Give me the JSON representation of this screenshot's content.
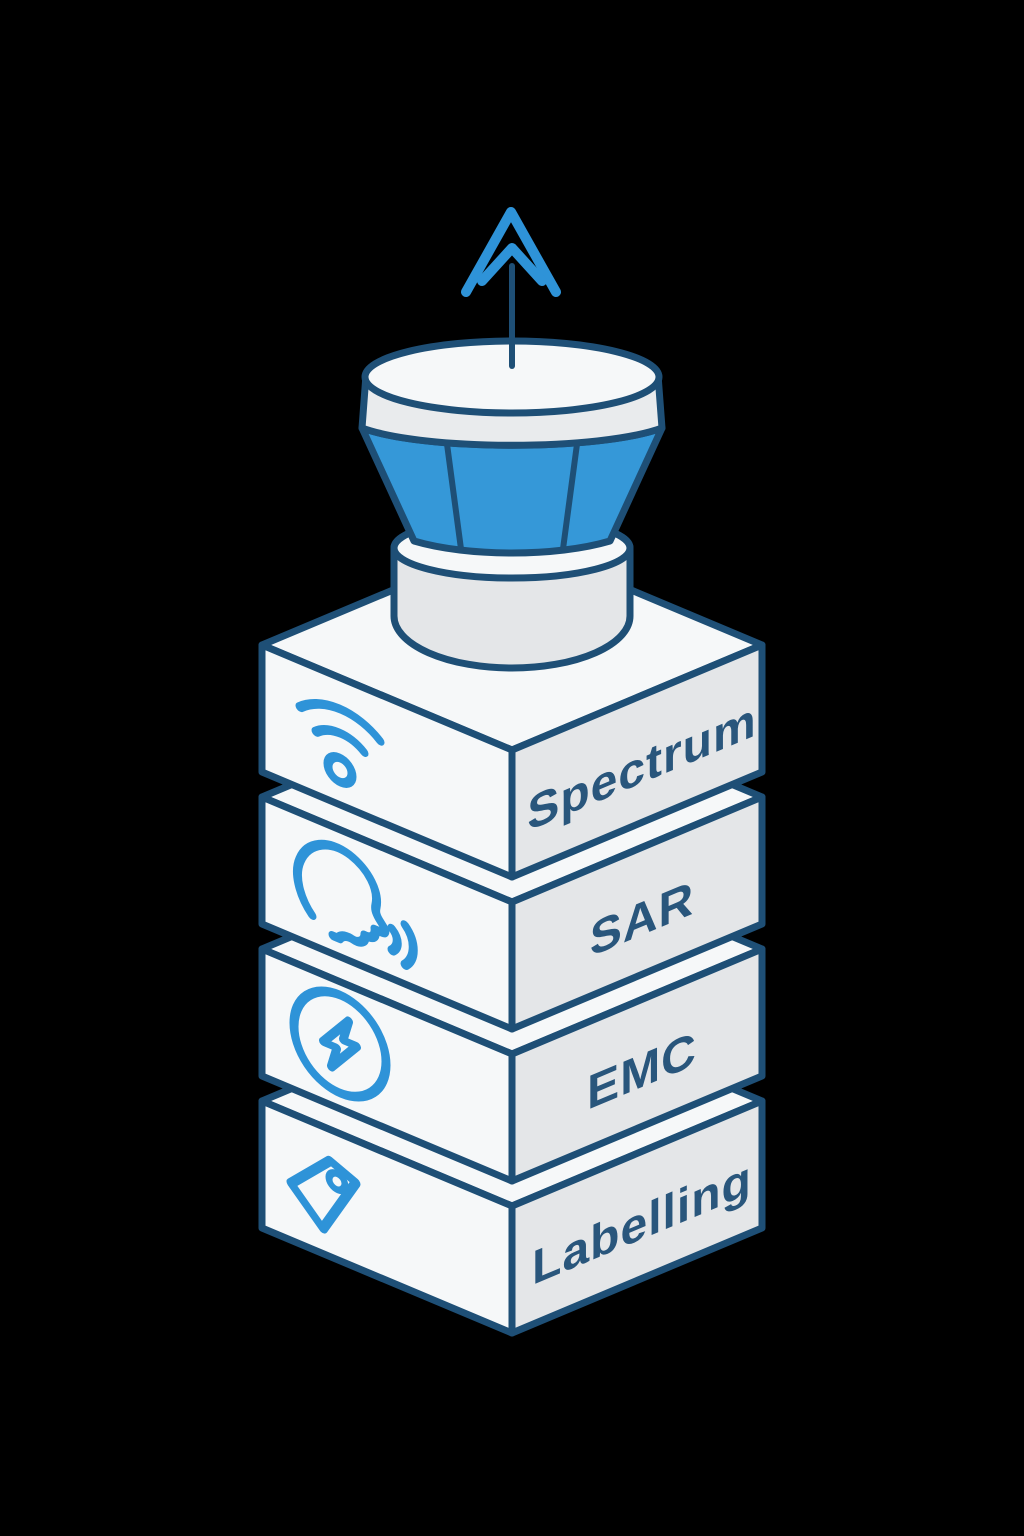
{
  "tower": {
    "blocks": [
      {
        "label": "Spectrum",
        "icon": "wifi-icon"
      },
      {
        "label": "SAR",
        "icon": "head-speech-icon"
      },
      {
        "label": "EMC",
        "icon": "lightning-circle-icon"
      },
      {
        "label": "Labelling",
        "icon": "tag-icon"
      }
    ],
    "top": {
      "antenna": "up-arrow-antenna",
      "glass_panes": 3
    },
    "colors": {
      "outline_navy": "#1e4f76",
      "label_text": "#29567c",
      "accent_blue": "#2e93d8",
      "glass_blue": "#3598d8",
      "face_white": "#f6f8f9",
      "face_gray": "#e4e6e8",
      "background": "#000000"
    }
  }
}
